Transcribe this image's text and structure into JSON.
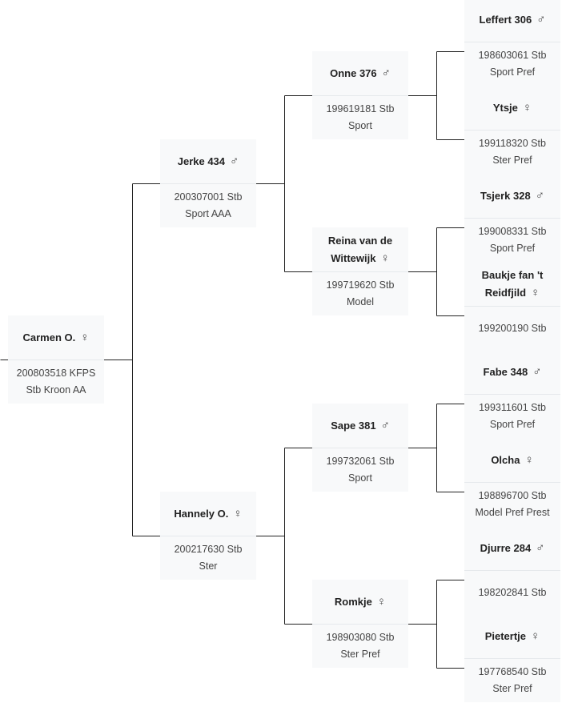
{
  "diagram_type": "pedigree-tree",
  "colors": {
    "box_bg": "#f8f9fa",
    "line": "#222222",
    "divider": "#e6e9ec"
  },
  "symbols": {
    "male": "♂",
    "female": "♀"
  },
  "horses": {
    "subject": {
      "name": "Carmen O.",
      "sex": "female",
      "sym": "♀",
      "reg": "200803518 KFPS",
      "pred": "Stb Kroon AA"
    },
    "sire": {
      "name": "Jerke 434",
      "sex": "male",
      "sym": "♂",
      "reg": "200307001 Stb",
      "pred": "Sport AAA"
    },
    "dam": {
      "name": "Hannely O.",
      "sex": "female",
      "sym": "♀",
      "reg": "200217630 Stb",
      "pred": "Ster"
    },
    "sire_sire": {
      "name": "Onne 376",
      "sex": "male",
      "sym": "♂",
      "reg": "199619181 Stb",
      "pred": "Sport"
    },
    "sire_dam": {
      "name_line1": "Reina van de",
      "name_line2": "Wittewijk",
      "sex": "female",
      "sym": "♀",
      "reg": "199719620 Stb",
      "pred": "Model"
    },
    "dam_sire": {
      "name": "Sape 381",
      "sex": "male",
      "sym": "♂",
      "reg": "199732061 Stb",
      "pred": "Sport"
    },
    "dam_dam": {
      "name": "Romkje",
      "sex": "female",
      "sym": "♀",
      "reg": "198903080 Stb",
      "pred": "Ster Pref"
    },
    "ss_sire": {
      "name": "Leffert 306",
      "sex": "male",
      "sym": "♂",
      "reg": "198603061 Stb",
      "pred": "Sport Pref"
    },
    "ss_dam": {
      "name": "Ytsje",
      "sex": "female",
      "sym": "♀",
      "reg": "199118320 Stb",
      "pred": "Ster Pref"
    },
    "sd_sire": {
      "name": "Tsjerk 328",
      "sex": "male",
      "sym": "♂",
      "reg": "199008331 Stb",
      "pred": "Sport Pref"
    },
    "sd_dam": {
      "name_line1": "Baukje fan 't",
      "name_line2": "Reidfjild",
      "sex": "female",
      "sym": "♀",
      "reg": "199200190 Stb",
      "pred": ""
    },
    "ds_sire": {
      "name": "Fabe 348",
      "sex": "male",
      "sym": "♂",
      "reg": "199311601 Stb",
      "pred": "Sport Pref"
    },
    "ds_dam": {
      "name": "Olcha",
      "sex": "female",
      "sym": "♀",
      "reg": "198896700 Stb",
      "pred": "Model Pref Prest"
    },
    "dd_sire": {
      "name": "Djurre 284",
      "sex": "male",
      "sym": "♂",
      "reg": "198202841 Stb",
      "pred": ""
    },
    "dd_dam": {
      "name": "Pietertje",
      "sex": "female",
      "sym": "♀",
      "reg": "197768540 Stb",
      "pred": "Ster Pref"
    }
  }
}
